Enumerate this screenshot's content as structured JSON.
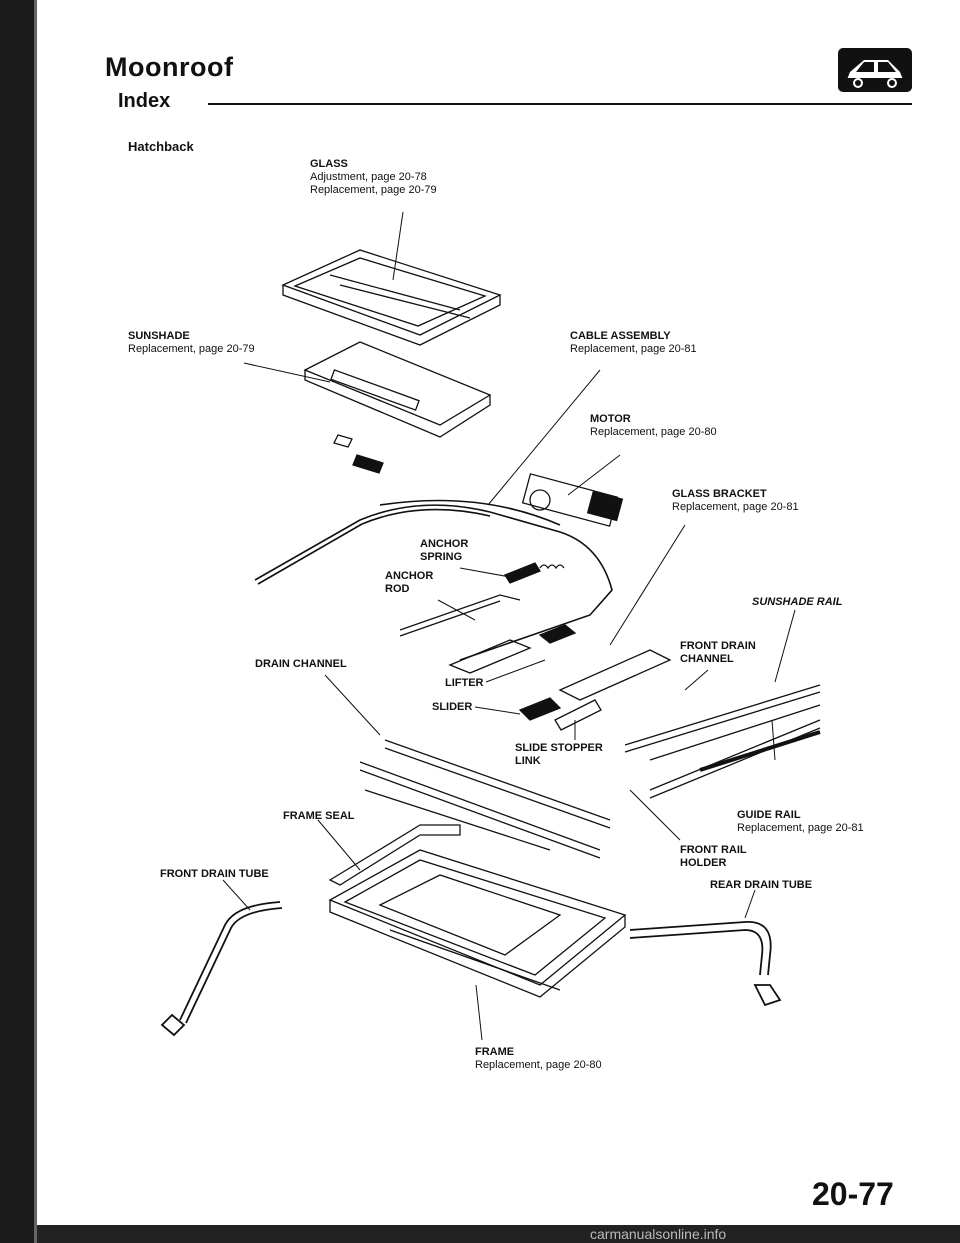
{
  "header": {
    "title": "Moonroof",
    "subtitle": "Index",
    "section": "Hatchback",
    "page_number": "20-77"
  },
  "footer": {
    "watermark": "carmanualsonline.info"
  },
  "icons": [
    "car-icon"
  ],
  "labels": {
    "glass": {
      "name": "GLASS",
      "line1": "Adjustment, page 20-78",
      "line2": "Replacement, page 20-79"
    },
    "sunshade": {
      "name": "SUNSHADE",
      "line1": "Replacement, page 20-79"
    },
    "cable_assembly": {
      "name": "CABLE ASSEMBLY",
      "line1": "Replacement, page 20-81"
    },
    "motor": {
      "name": "MOTOR",
      "line1": "Replacement, page 20-80"
    },
    "glass_bracket": {
      "name": "GLASS BRACKET",
      "line1": "Replacement, page 20-81"
    },
    "anchor_spring": {
      "line1": "ANCHOR",
      "line2": "SPRING"
    },
    "anchor_rod": {
      "line1": "ANCHOR",
      "line2": "ROD"
    },
    "sunshade_rail": "SUNSHADE RAIL",
    "front_drain_channel": {
      "line1": "FRONT DRAIN",
      "line2": "CHANNEL"
    },
    "drain_channel": "DRAIN CHANNEL",
    "lifter": "LIFTER",
    "slider": "SLIDER",
    "slide_stopper_link": {
      "line1": "SLIDE STOPPER",
      "line2": "LINK"
    },
    "frame_seal": "FRAME SEAL",
    "guide_rail": {
      "name": "GUIDE RAIL",
      "line1": "Replacement, page 20-81"
    },
    "front_rail_holder": {
      "line1": "FRONT RAIL",
      "line2": "HOLDER"
    },
    "front_drain_tube": "FRONT DRAIN TUBE",
    "rear_drain_tube": "REAR DRAIN TUBE",
    "frame": {
      "name": "FRAME",
      "line1": "Replacement, page 20-80"
    }
  }
}
